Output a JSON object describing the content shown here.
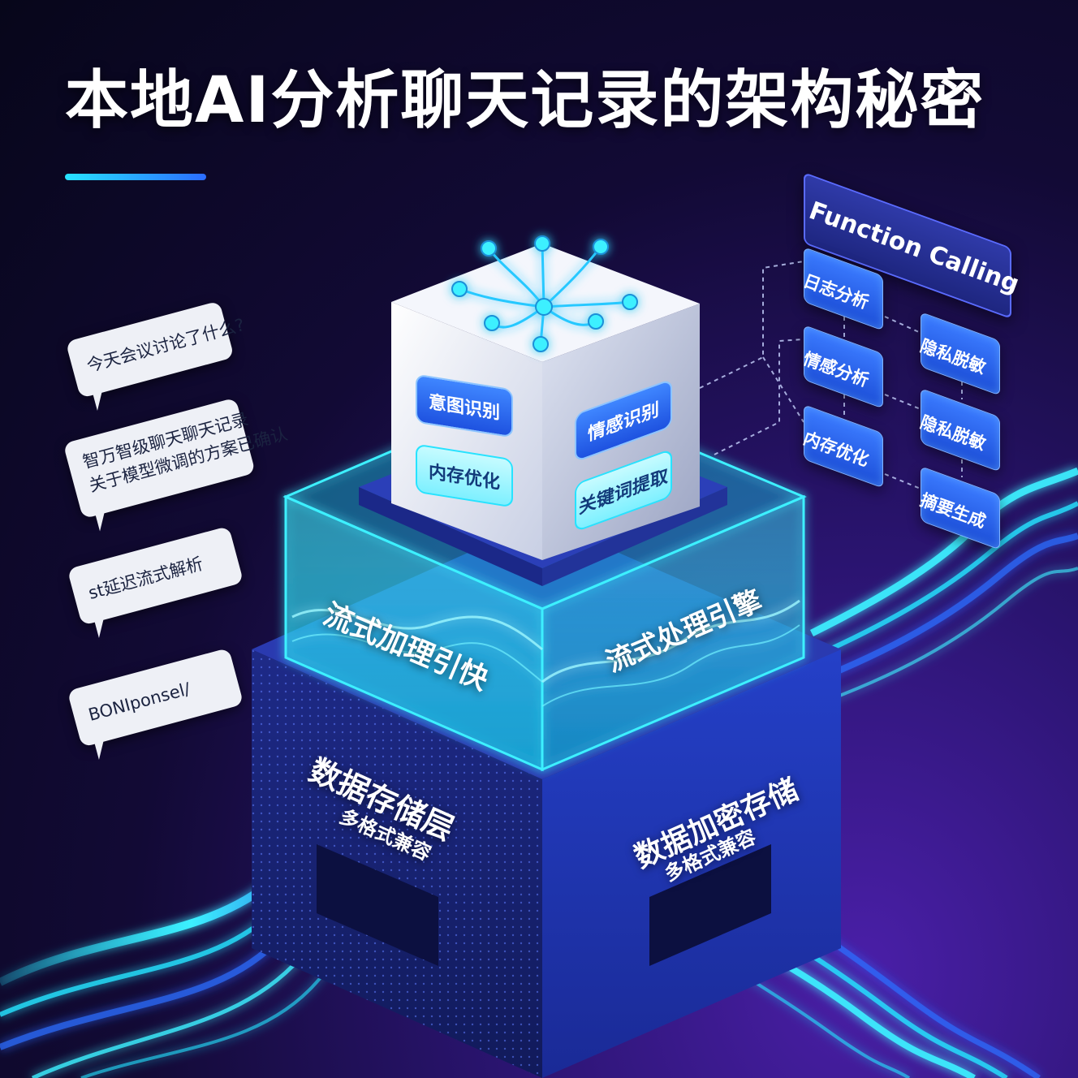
{
  "title": "本地AI分析聊天记录的架构秘密",
  "chat_bubbles": [
    {
      "text": "今天会议讨论了什么?"
    },
    {
      "line1": "智万智级聊天聊天记录",
      "line2": "关于模型微调的方案已确认"
    },
    {
      "text": "st延迟流式解析"
    },
    {
      "text": "BONIponsel/"
    }
  ],
  "cube": {
    "left_labels": [
      "意图识别",
      "内存优化"
    ],
    "right_labels": [
      "情感识别",
      "关键词提取"
    ]
  },
  "engine": {
    "left_label": "流式加理引快",
    "right_label": "流式处理引擎"
  },
  "storage": {
    "left_title": "数据存储层",
    "left_sub": "多格式兼容",
    "right_title": "数据加密存储",
    "right_sub": "多格式兼容"
  },
  "function_calling": {
    "title": "Function Calling",
    "left_items": [
      "日志分析",
      "情感分析",
      "内存优化"
    ],
    "right_items": [
      "隐私脱敏",
      "隐私脱敏",
      "摘要生成"
    ]
  },
  "colors": {
    "accent_cyan": "#27e3ff",
    "accent_blue": "#2b6cff",
    "base_navy": "#1a2a8a"
  }
}
